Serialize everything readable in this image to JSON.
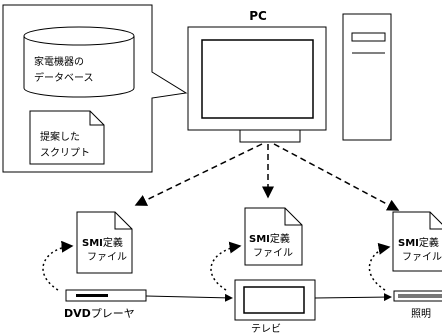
{
  "pc": {
    "title": "PC",
    "database_line1": "家電機器の",
    "database_line2": "データベース",
    "script_doc_line1": "提案した",
    "script_doc_line2": "スクリプト"
  },
  "devices": [
    {
      "name_bold": "DVD",
      "name_rest": "プレーヤ",
      "doc_line1_bold": "SMI",
      "doc_line1_rest": "定義",
      "doc_line2": "ファイル"
    },
    {
      "name_bold": "",
      "name_rest": "テレビ",
      "doc_line1_bold": "SMI",
      "doc_line1_rest": "定義",
      "doc_line2": "ファイル"
    },
    {
      "name_bold": "",
      "name_rest": "照明",
      "doc_line1_bold": "SMI",
      "doc_line1_rest": "定義",
      "doc_line2": "ファイル"
    }
  ]
}
